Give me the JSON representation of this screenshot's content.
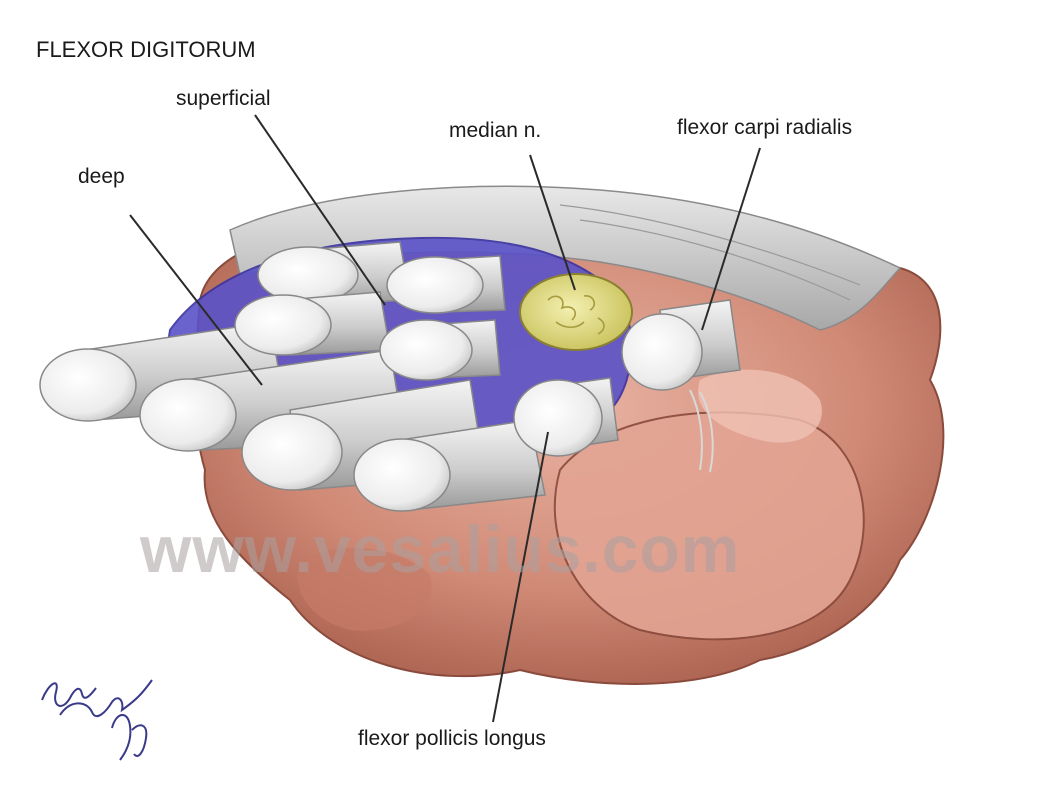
{
  "title": "FLEXOR DIGITORUM",
  "labels": {
    "superficial": "superficial",
    "deep": "deep",
    "median_nerve": "median n.",
    "flexor_carpi_radialis": "flexor carpi radialis",
    "flexor_pollicis_longus": "flexor pollicis longus"
  },
  "watermark": "www.vesalius.com",
  "signature": "Gary Wind MD",
  "colors": {
    "bone": "#d08a76",
    "tendon": "#e3e3e3",
    "synovial_sheath": "#5a52c8",
    "median_nerve": "#e6e28a",
    "retinaculum": "#cfcfcf",
    "text": "#1a1a1a"
  }
}
